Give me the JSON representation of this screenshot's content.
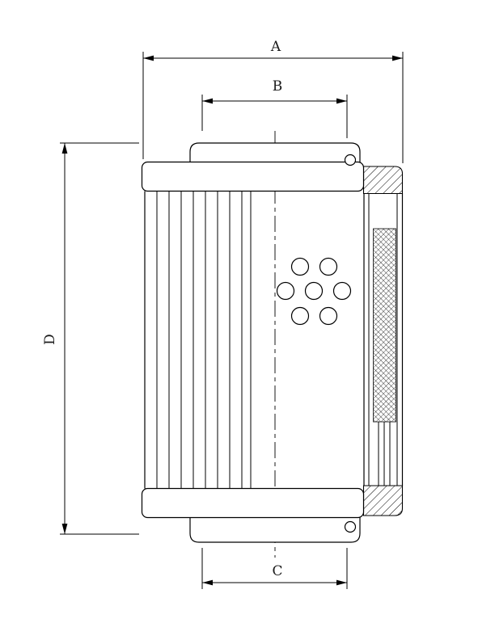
{
  "page": {
    "background": "#ffffff",
    "line_color": "#000000"
  },
  "drawing": {
    "kind": "engineering-dimension-drawing",
    "subject": "filter element cross-section with dimension callouts",
    "dimensions": {
      "a": {
        "label": "A",
        "orientation": "horizontal",
        "position": "top-overall-width"
      },
      "b": {
        "label": "B",
        "orientation": "horizontal",
        "position": "top-inner-width"
      },
      "c": {
        "label": "C",
        "orientation": "horizontal",
        "position": "bottom-width"
      },
      "d": {
        "label": "D",
        "orientation": "vertical",
        "position": "left-overall-height"
      }
    }
  }
}
